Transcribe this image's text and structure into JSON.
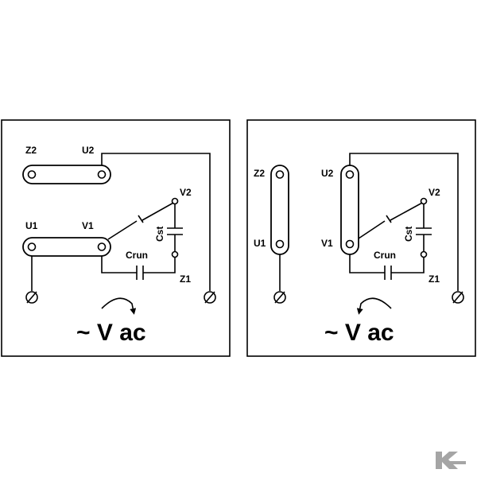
{
  "diagram1": {
    "labels": {
      "z2": "Z2",
      "u2": "U2",
      "u1": "U1",
      "v1": "V1",
      "v2": "V2",
      "z1": "Z1",
      "cst": "Cst",
      "crun": "Crun"
    },
    "supply": "~ V ac",
    "rotation": "clockwise"
  },
  "diagram2": {
    "labels": {
      "z2": "Z2",
      "u2": "U2",
      "u1": "U1",
      "v1": "V1",
      "v2": "V2",
      "z1": "Z1",
      "cst": "Cst",
      "crun": "Crun"
    },
    "supply": "~ V ac",
    "rotation": "counter-clockwise"
  }
}
